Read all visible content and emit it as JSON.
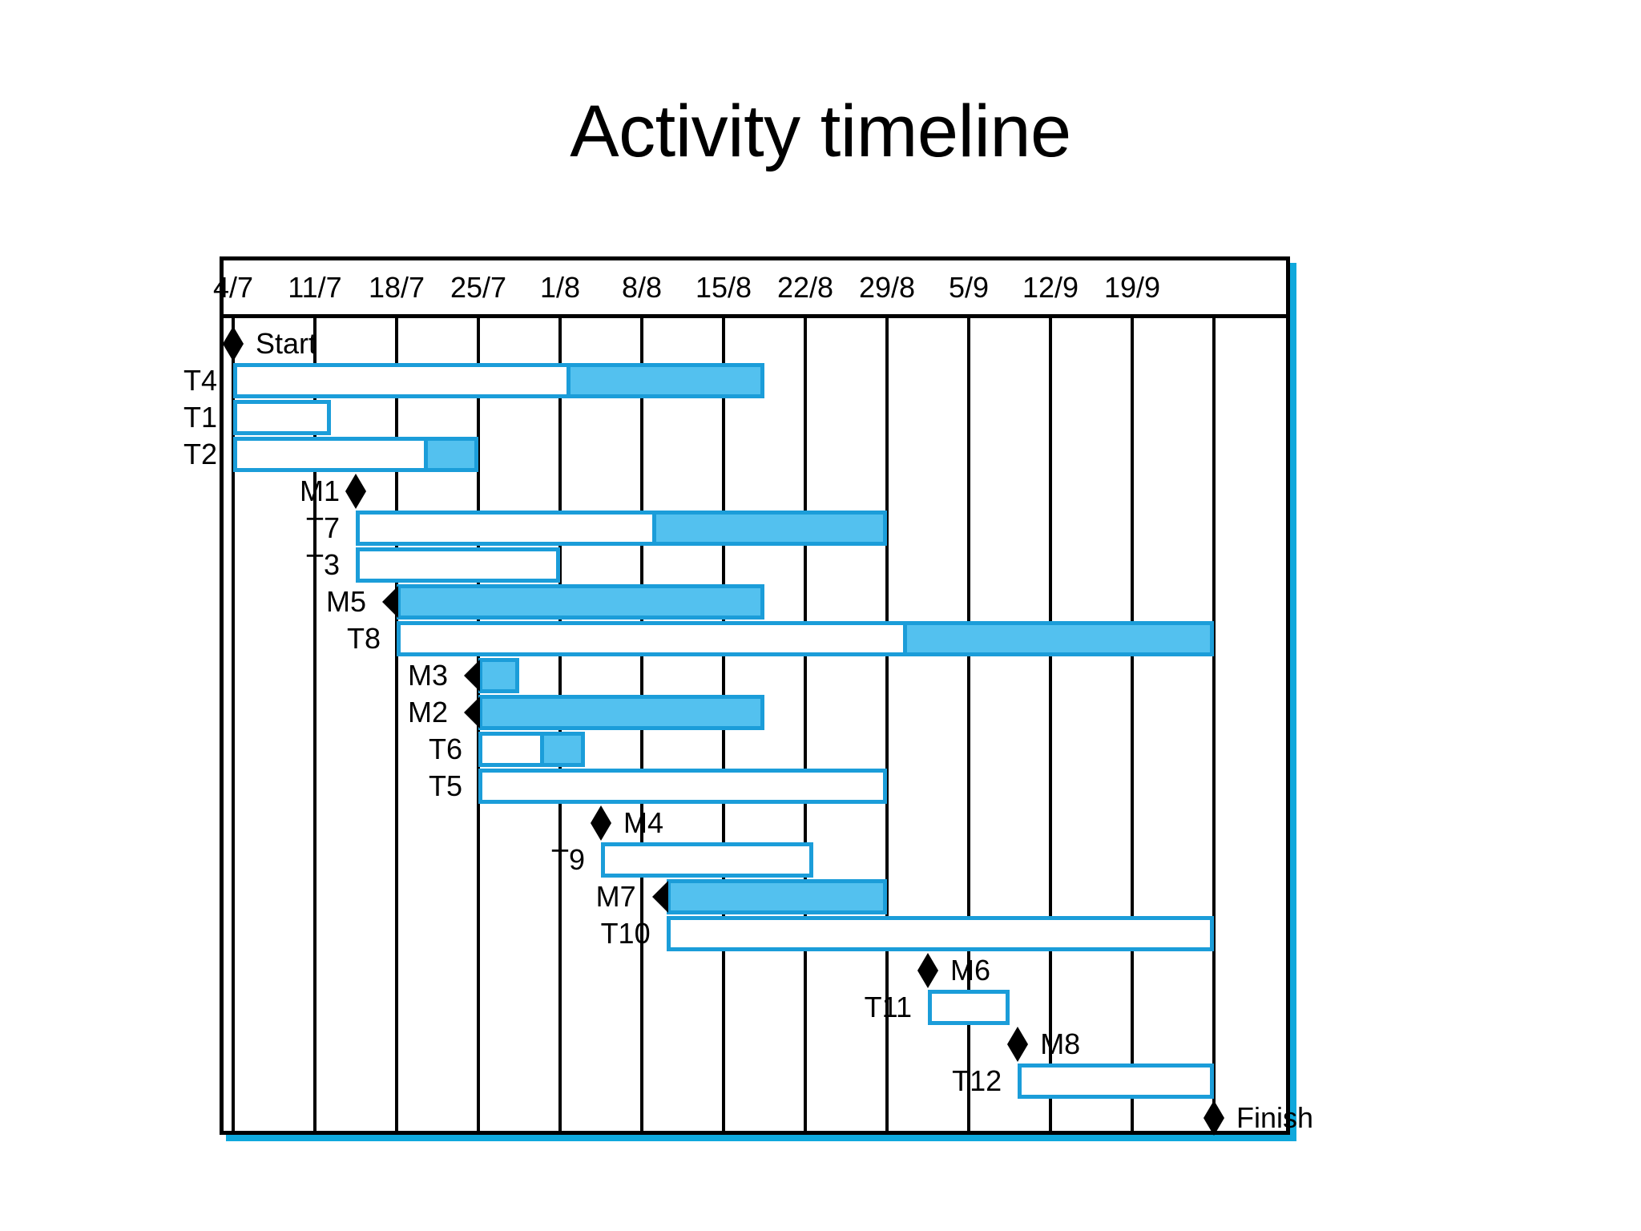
{
  "title": "Activity timeline",
  "colors": {
    "bar_fill": "#53C1EF",
    "bar_border": "#1B9DD9",
    "frame": "#000000",
    "shadow": "#0FA8DC"
  },
  "chart_data": {
    "type": "bar",
    "chart_kind": "gantt",
    "title": "Activity timeline",
    "xlabel": "",
    "ylabel": "",
    "grid": true,
    "legend": null,
    "axis_dates": [
      "4/7",
      "11/7",
      "18/7",
      "25/7",
      "1/8",
      "8/8",
      "15/8",
      "22/8",
      "29/8",
      "5/9",
      "12/9",
      "19/9"
    ],
    "x_unit": "week",
    "x_range_weeks": [
      0,
      13
    ],
    "rows": [
      {
        "label": "Start",
        "kind": "milestone",
        "label_side": "right",
        "start": 0.0,
        "end": 0.0,
        "fill_frac": 0.0
      },
      {
        "label": "T4",
        "kind": "task",
        "label_side": "left",
        "start": 0.0,
        "end": 6.5,
        "fill_frac": 0.62
      },
      {
        "label": "T1",
        "kind": "task",
        "label_side": "left",
        "start": 0.0,
        "end": 1.2,
        "fill_frac": 0.0
      },
      {
        "label": "T2",
        "kind": "task",
        "label_side": "left",
        "start": 0.0,
        "end": 3.0,
        "fill_frac": 0.76
      },
      {
        "label": "M1",
        "kind": "milestone",
        "label_side": "left",
        "start": 1.5,
        "end": 1.5,
        "fill_frac": 0.0
      },
      {
        "label": "T7",
        "kind": "task",
        "label_side": "left",
        "start": 1.5,
        "end": 8.0,
        "fill_frac": 0.55
      },
      {
        "label": "T3",
        "kind": "task",
        "label_side": "left",
        "start": 1.5,
        "end": 4.0,
        "fill_frac": 0.0
      },
      {
        "label": "M5",
        "kind": "task-milestone",
        "label_side": "left",
        "start": 2.0,
        "end": 6.5,
        "fill_frac": 1.0
      },
      {
        "label": "T8",
        "kind": "task",
        "label_side": "left",
        "start": 2.0,
        "end": 12.0,
        "fill_frac": 0.615
      },
      {
        "label": "M3",
        "kind": "task-milestone",
        "label_side": "left",
        "start": 3.0,
        "end": 3.5,
        "fill_frac": 1.0
      },
      {
        "label": "M2",
        "kind": "task-milestone",
        "label_side": "left",
        "start": 3.0,
        "end": 6.5,
        "fill_frac": 1.0
      },
      {
        "label": "T6",
        "kind": "task",
        "label_side": "left",
        "start": 3.0,
        "end": 4.3,
        "fill_frac": 0.54
      },
      {
        "label": "T5",
        "kind": "task",
        "label_side": "left",
        "start": 3.0,
        "end": 8.0,
        "fill_frac": 0.0
      },
      {
        "label": "M4",
        "kind": "milestone",
        "label_side": "right",
        "start": 4.5,
        "end": 4.5,
        "fill_frac": 0.0
      },
      {
        "label": "T9",
        "kind": "task",
        "label_side": "left",
        "start": 4.5,
        "end": 7.1,
        "fill_frac": 0.0
      },
      {
        "label": "M7",
        "kind": "task-milestone",
        "label_side": "left",
        "start": 5.3,
        "end": 8.0,
        "fill_frac": 1.0
      },
      {
        "label": "T10",
        "kind": "task",
        "label_side": "left",
        "start": 5.3,
        "end": 12.0,
        "fill_frac": 0.0
      },
      {
        "label": "M6",
        "kind": "milestone",
        "label_side": "right",
        "start": 8.5,
        "end": 8.5,
        "fill_frac": 0.0
      },
      {
        "label": "T11",
        "kind": "task",
        "label_side": "left",
        "start": 8.5,
        "end": 9.5,
        "fill_frac": 0.0
      },
      {
        "label": "M8",
        "kind": "milestone",
        "label_side": "right",
        "start": 9.6,
        "end": 9.6,
        "fill_frac": 0.0
      },
      {
        "label": "T12",
        "kind": "task",
        "label_side": "left",
        "start": 9.6,
        "end": 12.0,
        "fill_frac": 0.0
      },
      {
        "label": "Finish",
        "kind": "milestone",
        "label_side": "right",
        "start": 12.0,
        "end": 12.0,
        "fill_frac": 0.0
      }
    ],
    "fill_note": "Each task bar is drawn as an outlined box; the blue-filled portion at its right end encodes completed work."
  }
}
